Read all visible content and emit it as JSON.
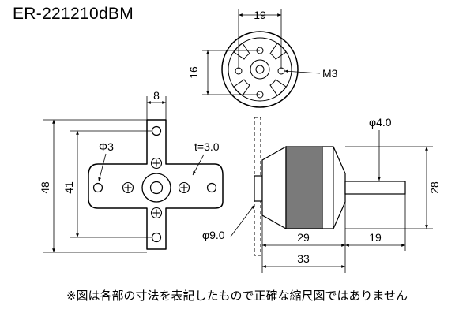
{
  "title": "ER-221210dBM",
  "note": "※図は各部の寸法を表記したもので正確な縮尺図ではありません",
  "dimensions": {
    "top_width": "19",
    "top_height": "16",
    "hole_label": "M3",
    "mount_tab": "8",
    "mount_hole": "Φ3",
    "mount_thickness": "t=3.0",
    "mount_height_outer": "48",
    "mount_height_inner": "41",
    "shaft_diameter": "φ4.0",
    "shaft_length": "19",
    "shaft_height": "28",
    "boss_diameter": "φ9.0",
    "body_length": "29",
    "total_length": "33"
  },
  "colors": {
    "line": "#000000",
    "can": "#7a7a7a",
    "bell": "#e8e8e8"
  }
}
